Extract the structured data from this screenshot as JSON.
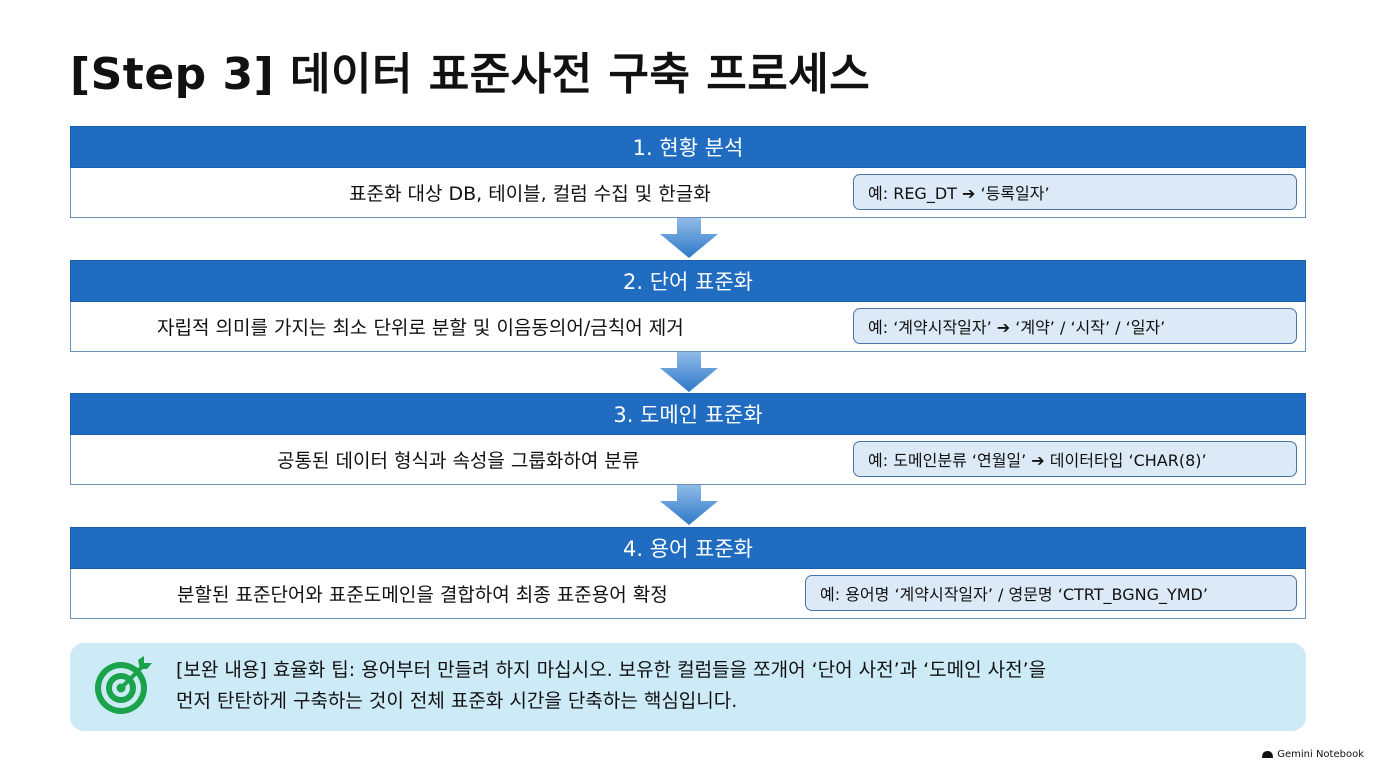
{
  "title": "[Step 3] 데이터 표준사전 구축 프로세스",
  "steps": [
    {
      "header": "1. 현황 분석",
      "description": "표준화 대상 DB, 테이블, 컬럼 수집 및 한글화",
      "example": "예: REG_DT  ➔ ‘등록일자’"
    },
    {
      "header": "2. 단어 표준화",
      "description": "자립적 의미를 가지는 최소 단위로 분할 및 이음동의어/금칙어 제거",
      "example": "예: ‘계약시작일자’ ➔ ‘계약’ / ‘시작’ / ‘일자’"
    },
    {
      "header": "3. 도메인 표준화",
      "description": "공통된 데이터 형식과 속성을 그룹화하여 분류",
      "example": "예: 도메인분류 ‘연월일’ ➔ 데이터타입 ‘CHAR(8)’"
    },
    {
      "header": "4. 용어 표준화",
      "description": "분할된 표준단어와 표준도메인을 결합하여 최종 표준용어 확정",
      "example": "예: 용어명 ‘계약시작일자’ / 영문명 ‘CTRT_BGNG_YMD’"
    }
  ],
  "tip": {
    "icon": "target-icon",
    "line1": "[보완 내용] 효율화 팁: 용어부터 만들려 하지 마십시오. 보유한 컬럼들을 쪼개어 ‘단어 사전’과 ‘도메인 사전’을",
    "line2": "먼저 탄탄하게 구축하는 것이 전체 표준화 시간을 단축하는 핵심입니다."
  },
  "brand": "Gemini Notebook",
  "colors": {
    "header_blue": "#1f6cc1",
    "example_fill": "#dce9f7",
    "tip_fill": "#cdeaf7",
    "icon_green": "#1aa34a"
  }
}
